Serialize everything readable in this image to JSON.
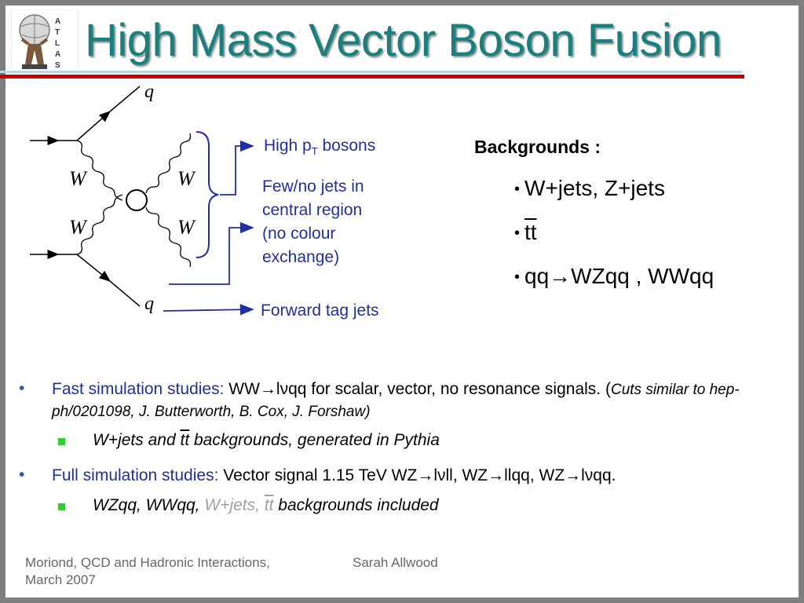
{
  "title": "High Mass Vector Boson Fusion",
  "logo_text": "ATLAS",
  "diagram": {
    "q_top": "q",
    "q_bottom": "q",
    "w_left_top": "W",
    "w_left_bottom": "W",
    "w_right_top": "W",
    "w_right_bottom": "W"
  },
  "labels": {
    "high_pt_pre": "High p",
    "high_pt_sub": "T",
    "high_pt_post": " bosons",
    "few_jets_line1": "Few/no jets in",
    "few_jets_line2": "central region",
    "few_jets_line3": "(no colour",
    "few_jets_line4": "exchange)",
    "forward": "Forward tag jets"
  },
  "backgrounds": {
    "heading": "Backgrounds :",
    "item1": "W+jets, Z+jets",
    "item2": "tt",
    "item3": "qq→WZqq , WWqq"
  },
  "bullets": {
    "fast_label": "Fast simulation studies:",
    "fast_text": " WW→lνqq for scalar, vector, no resonance signals. (",
    "fast_cite": "Cuts similar to hep-ph/0201098, J. Butterworth, B. Cox, J. Forshaw)",
    "sub1_pre": "W+jets and ",
    "sub1_tt": "tt",
    "sub1_post": " backgrounds, generated in Pythia",
    "full_label": "Full simulation studies:",
    "full_text": " Vector signal 1.15 TeV WZ→lνll, WZ→llqq, WZ→lνqq.",
    "sub2_a": "WZqq, WWqq, ",
    "sub2_b": "W+jets, ",
    "sub2_tt": "tt",
    "sub2_c": " backgrounds included"
  },
  "footer": {
    "left_line1": "Moriond, QCD and Hadronic Interactions,",
    "left_line2": "March 2007",
    "author": "Sarah Allwood"
  },
  "colors": {
    "title": "#1a7f7f",
    "label_blue": "#1f2fa0",
    "rule_red": "#cc0000",
    "bullet_green": "#33cc33"
  }
}
